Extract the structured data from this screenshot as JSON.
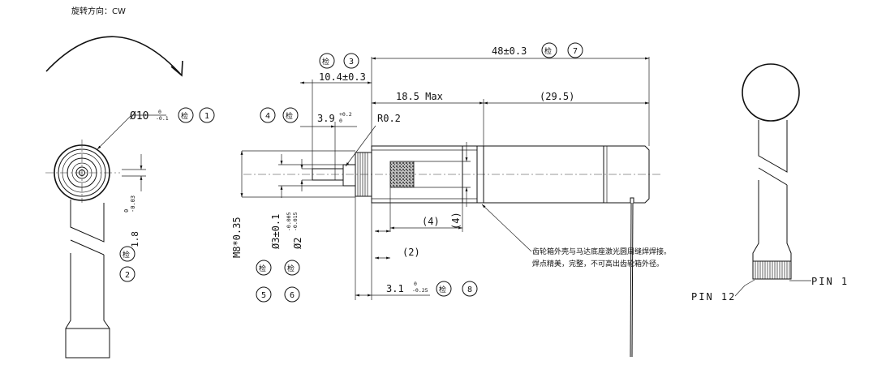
{
  "rotation_label": "旋转方向：CW",
  "dims": {
    "d10": "Ø10",
    "d10_tol_up": "0",
    "d10_tol_dn": "-0.1",
    "len48": "48±0.3",
    "len10_4": "10.4±0.3",
    "len18_5": "18.5 Max",
    "len29_5": "(29.5)",
    "len3_9": "3.9",
    "len3_9_tol_up": "+0.2",
    "len3_9_tol_dn": "0",
    "r02": "R0.2",
    "m8": "M8*0.35",
    "d3": "Ø3±0.1",
    "d2": "Ø2",
    "d2_tol_up": "-0.005",
    "d2_tol_dn": "-0.015",
    "d1_8": "1.8",
    "d1_8_tol_up": "0",
    "d1_8_tol_dn": "-0.03",
    "len4h": "(4)",
    "len4v": "(4)",
    "len2": "(2)",
    "len3_1": "3.1",
    "len3_1_tol_up": "0",
    "len3_1_tol_dn": "-0.25"
  },
  "inspection": {
    "mark": "检",
    "n1": "1",
    "n2": "2",
    "n3": "3",
    "n4": "4",
    "n5": "5",
    "n6": "6",
    "n7": "7",
    "n8": "8"
  },
  "notes": {
    "line1": "齿轮箱外壳与马达底座激光圆周缝焊焊接。",
    "line2": "焊点精美，完整，不可高出齿轮箱外径。"
  },
  "pins": {
    "pin12": "PIN 12",
    "pin1": "PIN 1"
  }
}
